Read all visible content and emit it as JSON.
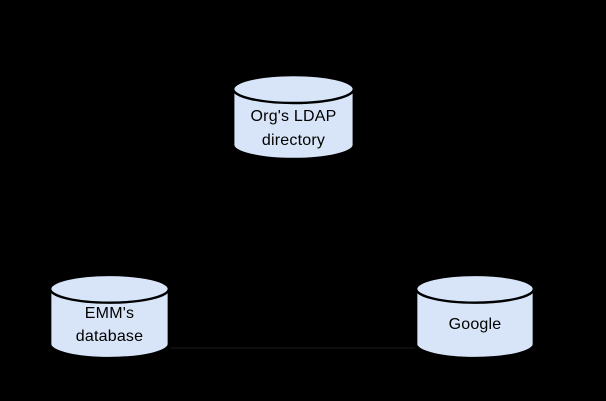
{
  "colors": {
    "background": "#000000",
    "node_fill": "#d8e4f8",
    "node_stroke": "#000000",
    "label_text": "#000000",
    "faint_connector": "#0d0d0d"
  },
  "diagram": {
    "nodes": [
      {
        "id": "orgs-ldap-directory",
        "shape": "database-cylinder",
        "label_lines": [
          "Org's LDAP",
          "directory"
        ]
      },
      {
        "id": "emms-database",
        "shape": "database-cylinder",
        "label_lines": [
          "EMM's",
          "database"
        ]
      },
      {
        "id": "google",
        "shape": "database-cylinder",
        "label_lines": [
          "Google"
        ]
      }
    ]
  }
}
